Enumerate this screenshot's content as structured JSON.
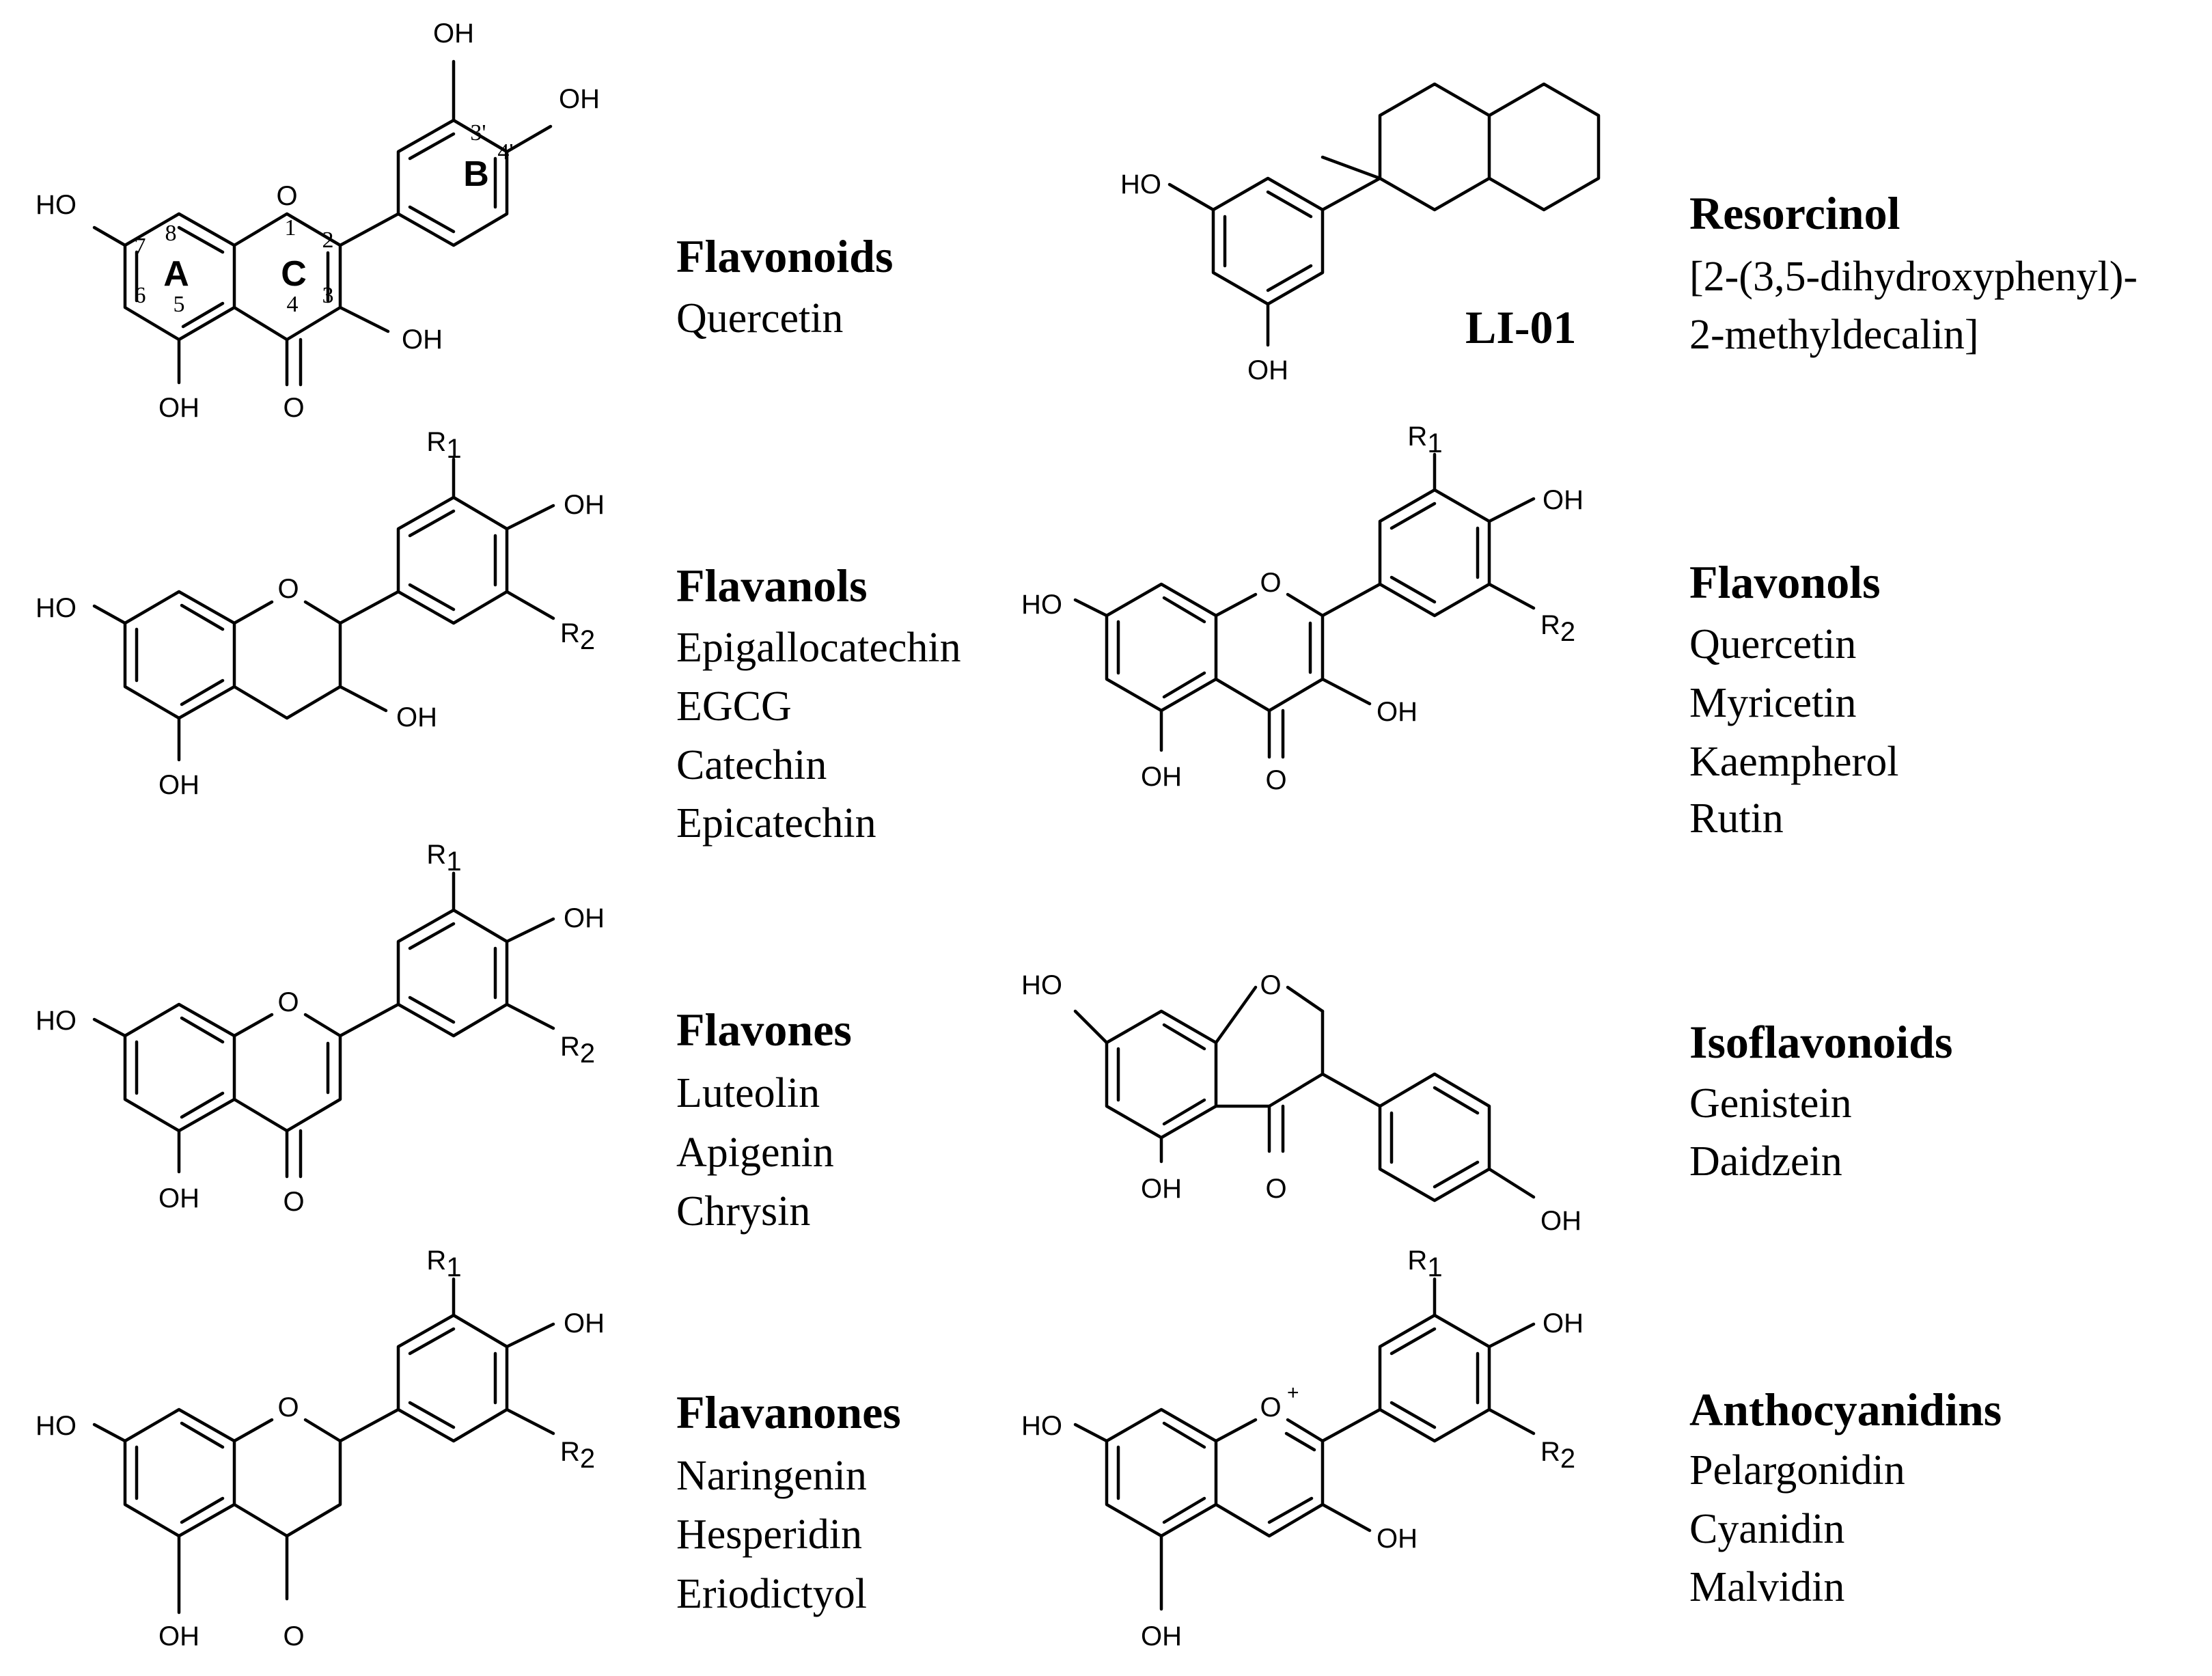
{
  "atoms": {
    "oh": "OH",
    "ho": "HO",
    "o": "O",
    "r": "R",
    "r1_sub": "1",
    "r2_sub": "2",
    "plus": "+"
  },
  "labels": {
    "ring_a": "A",
    "ring_b": "B",
    "ring_c": "C",
    "num_1": "1",
    "num_2": "2",
    "num_3": "3",
    "num_4": "4",
    "num_5": "5",
    "num_6": "6",
    "num_7": "7",
    "num_8": "8",
    "num_3p": "3'",
    "num_4p": "4'"
  },
  "panels": [
    {
      "class_name": "Flavonoids",
      "members": [
        "Quercetin"
      ]
    },
    {
      "class_name": "Resorcinol",
      "members": [
        "[2-(3,5-dihydroxyphenyl)-",
        "2-methyldecalin]"
      ],
      "compound_name": "LI-01"
    },
    {
      "class_name": "Flavanols",
      "members": [
        "Epigallocatechin",
        "EGCG",
        "Catechin",
        "Epicatechin"
      ]
    },
    {
      "class_name": "Flavonols",
      "members": [
        "Quercetin",
        "Myricetin",
        "Kaempherol",
        "Rutin"
      ]
    },
    {
      "class_name": "Flavones",
      "members": [
        "Luteolin",
        "Apigenin",
        "Chrysin"
      ]
    },
    {
      "class_name": "Isoflavonoids",
      "members": [
        "Genistein",
        "Daidzein"
      ]
    },
    {
      "class_name": "Flavanones",
      "members": [
        "Naringenin",
        "Hesperidin",
        "Eriodictyol"
      ]
    },
    {
      "class_name": "Anthocyanidins",
      "members": [
        "Pelargonidin",
        "Cyanidin",
        "Malvidin"
      ]
    }
  ]
}
